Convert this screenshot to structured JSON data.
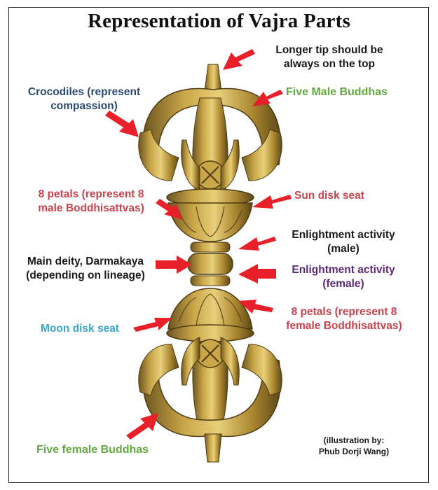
{
  "title": "Representation of Vajra Parts",
  "labels": {
    "longer_tip_line1": "Longer tip should be",
    "longer_tip_line2": "always on the top",
    "crocodiles_line1": "Crocodiles (represent",
    "crocodiles_line2": "compassion)",
    "five_male": "Five Male Buddhas",
    "petals_male_line1": "8 petals (represent 8",
    "petals_male_line2": "male Boddhisattvas)",
    "sun_disk": "Sun disk seat",
    "enlight_male_line1": "Enlightment activity",
    "enlight_male_line2": "(male)",
    "main_deity_line1": "Main deity, Darmakaya",
    "main_deity_line2": "(depending on lineage)",
    "enlight_female_line1": "Enlightment activity",
    "enlight_female_line2": "(female)",
    "petals_female_line1": "8 petals (represent 8",
    "petals_female_line2": "female Boddhisattvas)",
    "moon_disk": "Moon disk seat",
    "five_female": "Five female Buddhas",
    "credit_line1": "(illustration by:",
    "credit_line2": "Phub Dorji Wang)"
  },
  "colors": {
    "black": "#1a1a1a",
    "navy": "#2b4a6e",
    "green": "#62a83f",
    "red_text": "#c9434f",
    "purple": "#5b2a78",
    "cyan": "#38a9cc",
    "arrow_red": "#e8202a",
    "bronze": "#b8963a"
  },
  "icons": [
    "vajra-image",
    "red-arrow-icon"
  ]
}
